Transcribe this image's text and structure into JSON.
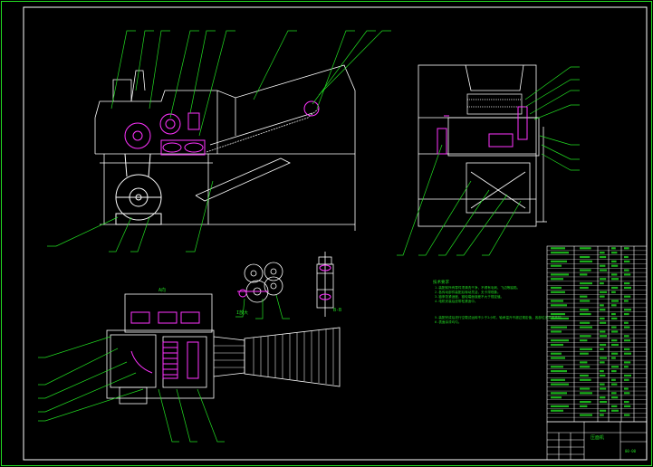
{
  "drawing": {
    "background": "#000000",
    "colors": {
      "outline": "#ffffff",
      "leader": "#22dd22",
      "part": "#ff33ff",
      "hatch": "#e6e6e6",
      "text": "#22dd22",
      "dim": "#ff4444"
    },
    "view_labels": {
      "section_a": "A向",
      "detail_1": "I放大",
      "detail_2": "B-B"
    },
    "notes": {
      "heading": "技术要求",
      "lines": [
        "1.装配前所有零件须清洗干净，不得有毛刺、飞边等缺陷。",
        "2.各传动部件装配后转动灵活，无卡滞现象。",
        "3.链条张紧适度，链轮端面误差不大于规定值。",
        "4.电机安装后皮带松紧适中。",
        "5.装配完成后进行空载试运转不少于2小时，轴承温升不超过规定值，各部位无异常声响。",
        "6.表面涂漆均匀。"
      ]
    },
    "title_block": {
      "name": "压面机",
      "drawing_no": "00-00"
    }
  }
}
